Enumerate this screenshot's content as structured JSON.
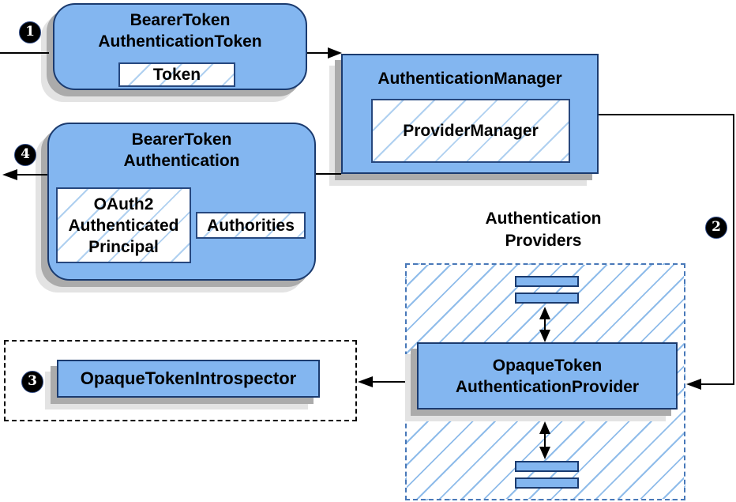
{
  "palette": {
    "node_fill": "#83B6F0",
    "node_border": "#1B3B6F",
    "hatch_line_region": "#8FBCEA",
    "hatch_line_inner": "#AFD0F0",
    "region_dashed_border": "#4878B8",
    "introspector_dashed_border": "#000000",
    "connector": "#000000",
    "shadow_dark": "#ABABAB",
    "shadow_light": "#E3E3E3",
    "step_badge_bg": "#000000",
    "step_badge_text": "#FFFFFF"
  },
  "nodes": {
    "bearer_token_authentication_token": {
      "title_line1": "BearerToken",
      "title_line2": "AuthenticationToken",
      "token_label": "Token"
    },
    "authentication_manager": {
      "title": "AuthenticationManager",
      "provider_manager_label": "ProviderManager"
    },
    "bearer_token_authentication": {
      "title_line1": "BearerToken",
      "title_line2": "Authentication",
      "principal_line1": "OAuth2",
      "principal_line2": "Authenticated",
      "principal_line3": "Principal",
      "authorities_label": "Authorities"
    },
    "authentication_providers": {
      "label_line1": "Authentication",
      "label_line2": "Providers"
    },
    "opaque_token_authentication_provider": {
      "title_line1": "OpaqueToken",
      "title_line2": "AuthenticationProvider"
    },
    "opaque_token_introspector": {
      "label": "OpaqueTokenIntrospector"
    }
  },
  "steps": {
    "step1": "1",
    "step2": "2",
    "step3": "3",
    "step4": "4"
  }
}
